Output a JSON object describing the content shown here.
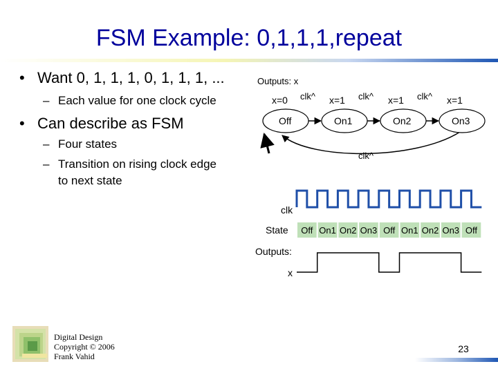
{
  "title": "FSM Example: 0,1,1,1,repeat",
  "bullets": {
    "b1": "Want 0, 1, 1, 1, 0, 1, 1, 1, ...",
    "b1_sub1": "Each value for one clock cycle",
    "b2": "Can describe as FSM",
    "b2_sub1": "Four states",
    "b2_sub2a": "Transition on rising clock edge",
    "b2_sub2b": "to next state"
  },
  "fsm": {
    "outputs_label": "Outputs: x",
    "states": [
      {
        "name": "Off",
        "action": "x=0"
      },
      {
        "name": "On1",
        "action": "x=1"
      },
      {
        "name": "On2",
        "action": "x=1"
      },
      {
        "name": "On3",
        "action": "x=1"
      }
    ],
    "transition_label": "clk^"
  },
  "timing": {
    "clk_label": "clk",
    "state_label": "State",
    "state_sequence": [
      "Off",
      "On1",
      "On2",
      "On3",
      "Off",
      "On1",
      "On2",
      "On3",
      "Off"
    ],
    "outputs_label": "Outputs:",
    "x_label": "x",
    "x_values": [
      0,
      1,
      1,
      1,
      0,
      1,
      1,
      1,
      0
    ]
  },
  "footer": {
    "line1": "Digital Design",
    "line2": "Copyright © 2006",
    "line3": "Frank Vahid",
    "slide_number": "23"
  },
  "colors": {
    "title": "#00009c",
    "bar_start": "#ffffff",
    "bar_mid": "#c8d7f0",
    "bar_end": "#1f57b4",
    "grid_bg": "#bfe0b8",
    "state_fill": "#ffffff"
  }
}
